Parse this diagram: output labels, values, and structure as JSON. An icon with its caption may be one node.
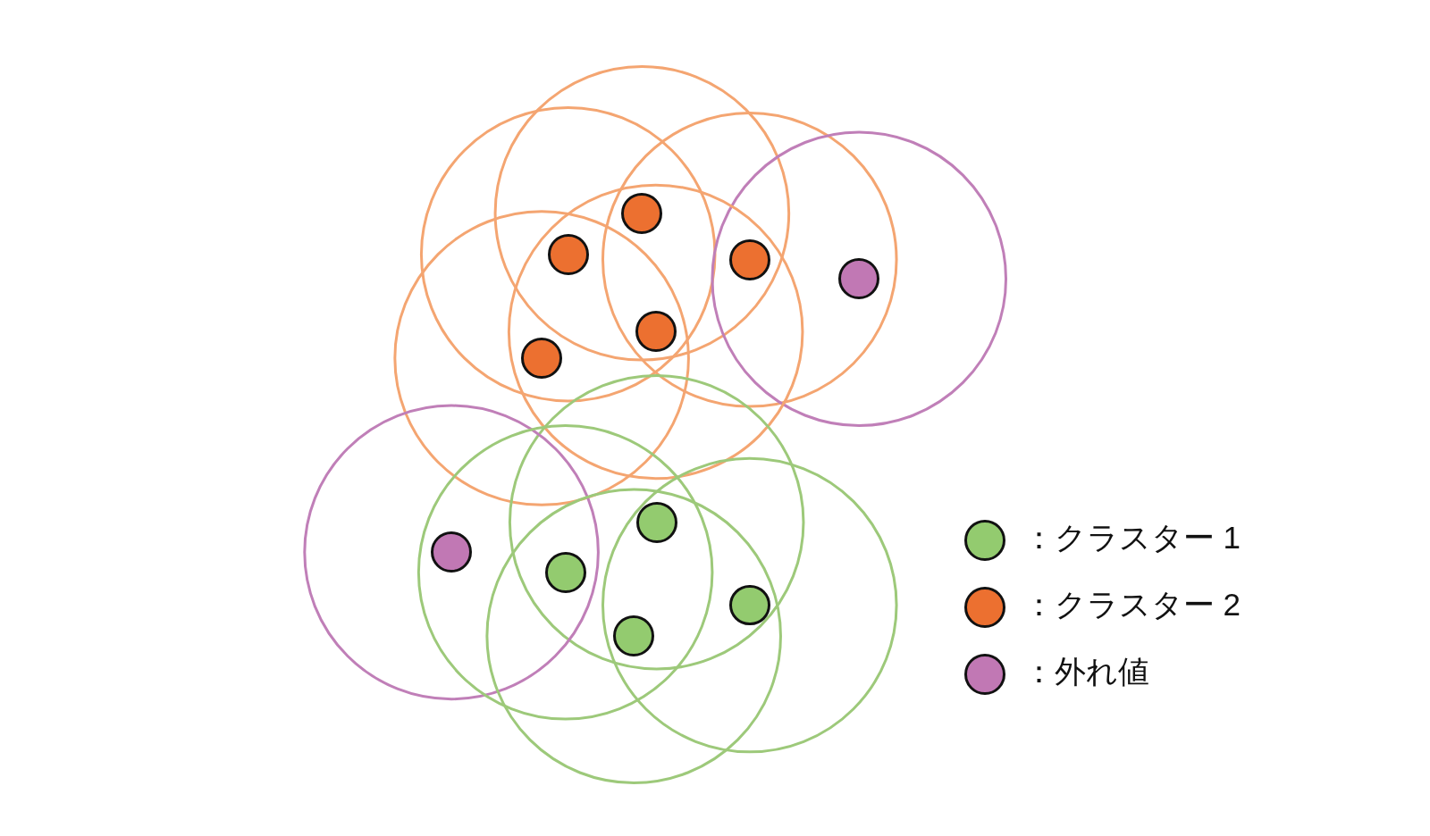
{
  "diagram": {
    "nodes": [
      {
        "text": [],
        "shape": "circle"
      },
      {
        "text": [],
        "shape": "circle"
      },
      {
        "text": [],
        "shape": "circle"
      },
      {
        "text": [],
        "shape": "circle"
      },
      {
        "text": [],
        "shape": "circle"
      },
      {
        "text": [],
        "shape": "circle"
      },
      {
        "text": [],
        "shape": "circle"
      },
      {
        "text": [],
        "shape": "circle"
      },
      {
        "text": [],
        "shape": "circle"
      },
      {
        "text": [],
        "shape": "circle"
      },
      {
        "text": [],
        "shape": "circle"
      }
    ],
    "legend": [
      {
        "text": "：クラスター 1",
        "color": "#93cb6f"
      },
      {
        "text": "：クラスター 2",
        "color": "#ec7030"
      },
      {
        "text": "：外れ値",
        "color": "#c178b4"
      }
    ]
  }
}
